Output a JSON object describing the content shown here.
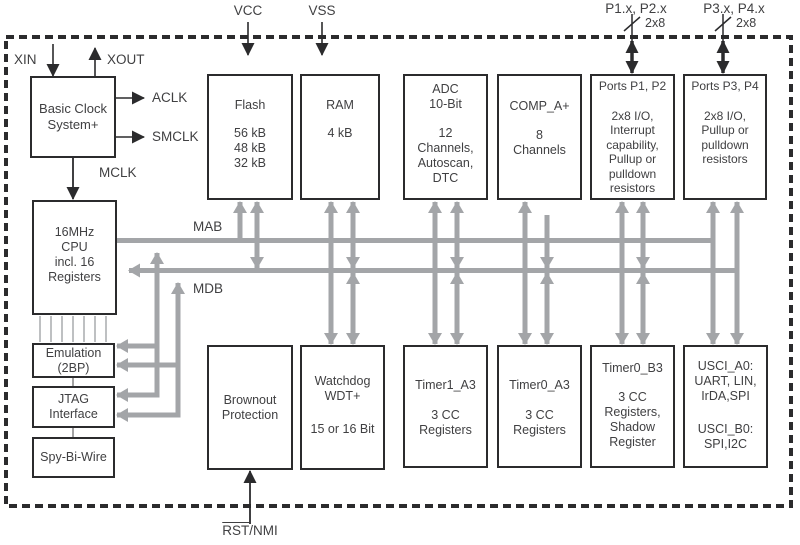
{
  "pins": {
    "vcc": "VCC",
    "vss": "VSS",
    "p12": "P1.x, P2.x",
    "p12_width": "2x8",
    "p34": "P3.x, P4.x",
    "p34_width": "2x8",
    "rst_overline": "RST",
    "rst_rest": "/NMI"
  },
  "clock": {
    "xin": "XIN",
    "xout": "XOUT",
    "aclk": "ACLK",
    "smclk": "SMCLK",
    "mclk": "MCLK"
  },
  "buses": {
    "mab": "MAB",
    "mdb": "MDB"
  },
  "blocks": {
    "basic_clock": {
      "lines": [
        "Basic Clock",
        "System+"
      ]
    },
    "flash": {
      "title": "Flash",
      "lines": [
        "56 kB",
        "48 kB",
        "32 kB"
      ]
    },
    "ram": {
      "title": "RAM",
      "lines": [
        "4 kB"
      ]
    },
    "adc": {
      "title": "ADC",
      "subtitle": "10-Bit",
      "lines": [
        "12",
        "Channels,",
        "Autoscan,",
        "DTC"
      ]
    },
    "comp": {
      "title": "COMP_A+",
      "lines": [
        "8",
        "Channels"
      ]
    },
    "ports12": {
      "title": "Ports P1, P2",
      "lines": [
        "2x8 I/O,",
        "Interrupt",
        "capability,",
        "Pullup or",
        "pulldown",
        "resistors"
      ]
    },
    "ports34": {
      "title": "Ports P3, P4",
      "lines": [
        "2x8 I/O,",
        "Pullup or",
        "pulldown",
        "resistors"
      ]
    },
    "cpu": {
      "lines": [
        "16MHz",
        "CPU",
        "incl. 16",
        "Registers"
      ]
    },
    "emulation": {
      "lines": [
        "Emulation",
        "(2BP)"
      ]
    },
    "jtag": {
      "lines": [
        "JTAG",
        "Interface"
      ]
    },
    "sbw": {
      "lines": [
        "Spy-Bi-Wire"
      ]
    },
    "brownout": {
      "lines": [
        "Brownout",
        "Protection"
      ]
    },
    "watchdog": {
      "title": "Watchdog",
      "subtitle": "WDT+",
      "lines": [
        "15 or 16 Bit"
      ]
    },
    "timer1a": {
      "title": "Timer1_A3",
      "lines": [
        "3 CC",
        "Registers"
      ]
    },
    "timer0a": {
      "title": "Timer0_A3",
      "lines": [
        "3 CC",
        "Registers"
      ]
    },
    "timer0b": {
      "title": "Timer0_B3",
      "lines": [
        "3 CC",
        "Registers,",
        "Shadow",
        "Register"
      ]
    },
    "usci": {
      "lines_a": [
        "USCI_A0:",
        "UART, LIN,",
        "IrDA,SPI"
      ],
      "lines_b": [
        "USCI_B0:",
        "SPI,I2C"
      ]
    }
  },
  "colors": {
    "bus_gray": "#a3a5a8",
    "line_black": "#2b2b2d",
    "text": "#404042"
  }
}
